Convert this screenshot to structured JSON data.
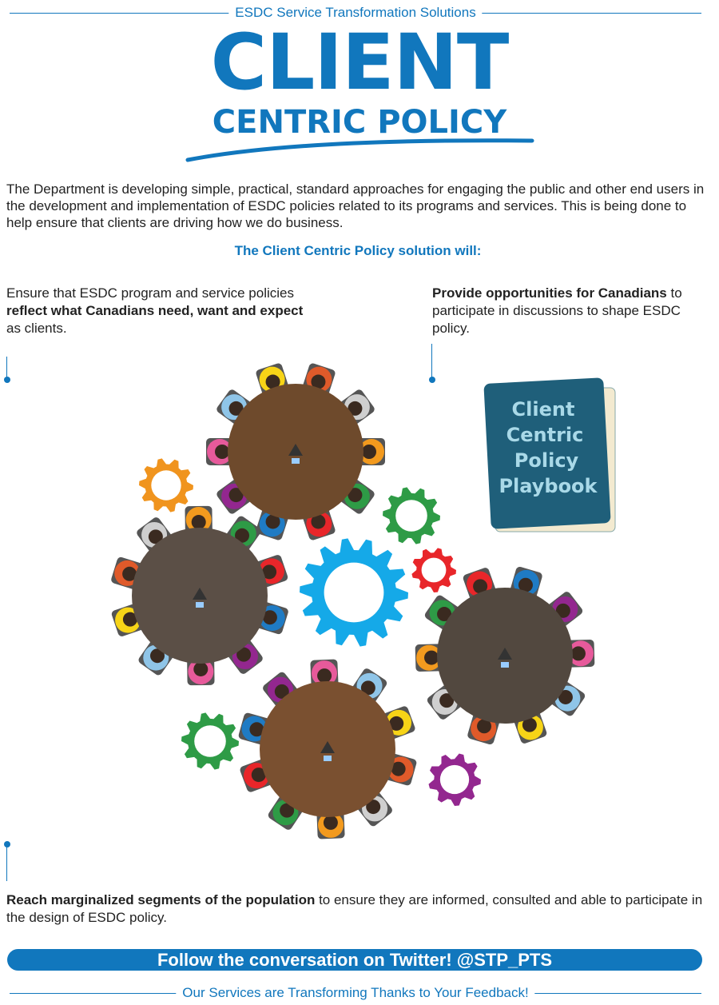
{
  "header": {
    "kicker": "ESDC Service Transformation Solutions",
    "title_line1": "CLIENT",
    "title_line2": "CENTRIC POLICY"
  },
  "intro": "The Department is developing simple, practical, standard approaches for engaging the public and other end users in the development and implementation of ESDC policies related to its programs and services. This is being done to help ensure that clients are driving how we do business.",
  "subhead": "The Client Centric Policy solution will:",
  "points": [
    {
      "pre": "Ensure that ESDC program and service policies ",
      "bold": "reflect what Canadians need, want and expect",
      "post": " as clients."
    },
    {
      "pre": "",
      "bold": "Provide opportunities for Canadians",
      "post": " to participate in discussions to shape ESDC policy."
    },
    {
      "pre": "",
      "bold": "Reach marginalized segments of the population",
      "post": " to ensure they are informed, consulted and able to participate in the design of ESDC policy."
    }
  ],
  "book": {
    "lines": [
      "Client",
      "Centric",
      "Policy",
      "Playbook"
    ]
  },
  "twitter": "Follow the conversation on Twitter! @STP_PTS",
  "footer": "Our Services are Transforming Thanks to Your Feedback!",
  "colors": {
    "brand": "#1177bd",
    "gear_orange": "#f0941e",
    "gear_green": "#2e9b46",
    "gear_red": "#e8262a",
    "gear_blue": "#15a9e8",
    "gear_purple": "#93278f",
    "book": "#1f5f7a"
  }
}
